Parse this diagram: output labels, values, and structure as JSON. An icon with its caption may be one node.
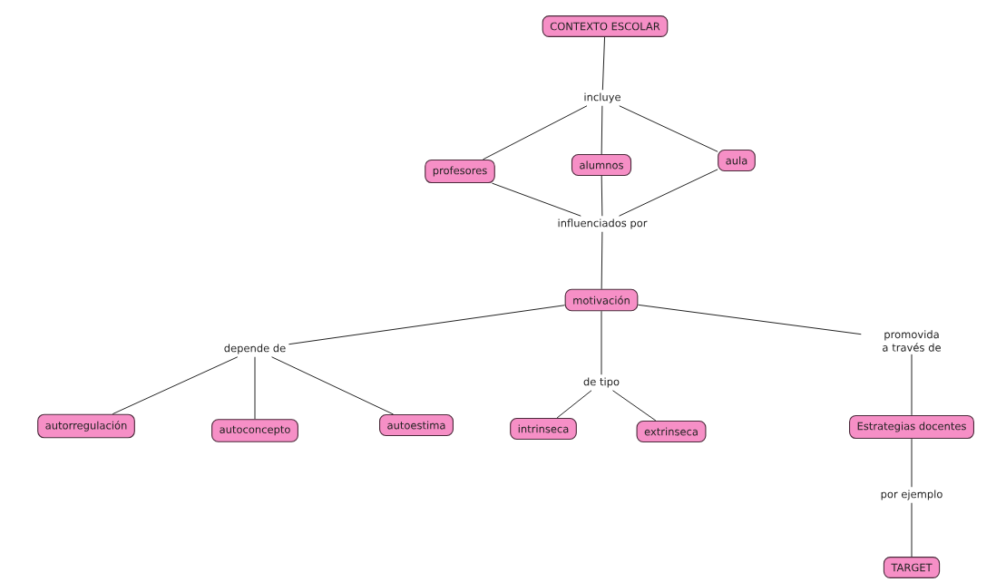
{
  "diagram": {
    "nodes": [
      {
        "text": [
          "CONTEXTO ESCOLAR"
        ]
      },
      {
        "text": [
          "incluye"
        ]
      },
      {
        "text": [
          "profesores"
        ]
      },
      {
        "text": [
          "alumnos"
        ]
      },
      {
        "text": [
          "aula"
        ]
      },
      {
        "text": [
          "influenciados por"
        ]
      },
      {
        "text": [
          "motivación"
        ]
      },
      {
        "text": [
          "depende de"
        ]
      },
      {
        "text": [
          "de tipo"
        ]
      },
      {
        "text": [
          "promovida a través de"
        ]
      },
      {
        "text": [
          "autorregulación"
        ]
      },
      {
        "text": [
          "autoconcepto"
        ]
      },
      {
        "text": [
          "autoestima"
        ]
      },
      {
        "text": [
          "intrinseca"
        ]
      },
      {
        "text": [
          "extrinseca"
        ]
      },
      {
        "text": [
          "Estrategias docentes"
        ]
      },
      {
        "text": [
          "por ejemplo"
        ]
      },
      {
        "text": [
          "TARGET"
        ]
      }
    ],
    "edges": [
      {
        "from": 0,
        "to": 1,
        "arrow": "none"
      },
      {
        "from": 1,
        "to": 2,
        "arrow": "none"
      },
      {
        "from": 1,
        "to": 3,
        "arrow": "none"
      },
      {
        "from": 1,
        "to": 4,
        "arrow": "none"
      },
      {
        "from": 2,
        "to": 5,
        "arrow": "none"
      },
      {
        "from": 3,
        "to": 5,
        "arrow": "none"
      },
      {
        "from": 4,
        "to": 5,
        "arrow": "none"
      },
      {
        "from": 5,
        "to": 6,
        "arrow": "none"
      },
      {
        "from": 6,
        "to": 7,
        "arrow": "none"
      },
      {
        "from": 6,
        "to": 8,
        "arrow": "none"
      },
      {
        "from": 6,
        "to": 9,
        "arrow": "none"
      },
      {
        "from": 7,
        "to": 10,
        "arrow": "none"
      },
      {
        "from": 7,
        "to": 11,
        "arrow": "none"
      },
      {
        "from": 7,
        "to": 12,
        "arrow": "none"
      },
      {
        "from": 8,
        "to": 13,
        "arrow": "none"
      },
      {
        "from": 8,
        "to": 14,
        "arrow": "none"
      },
      {
        "from": 9,
        "to": 15,
        "arrow": "none"
      },
      {
        "from": 15,
        "to": 16,
        "arrow": "none"
      },
      {
        "from": 16,
        "to": 17,
        "arrow": "none"
      }
    ]
  }
}
